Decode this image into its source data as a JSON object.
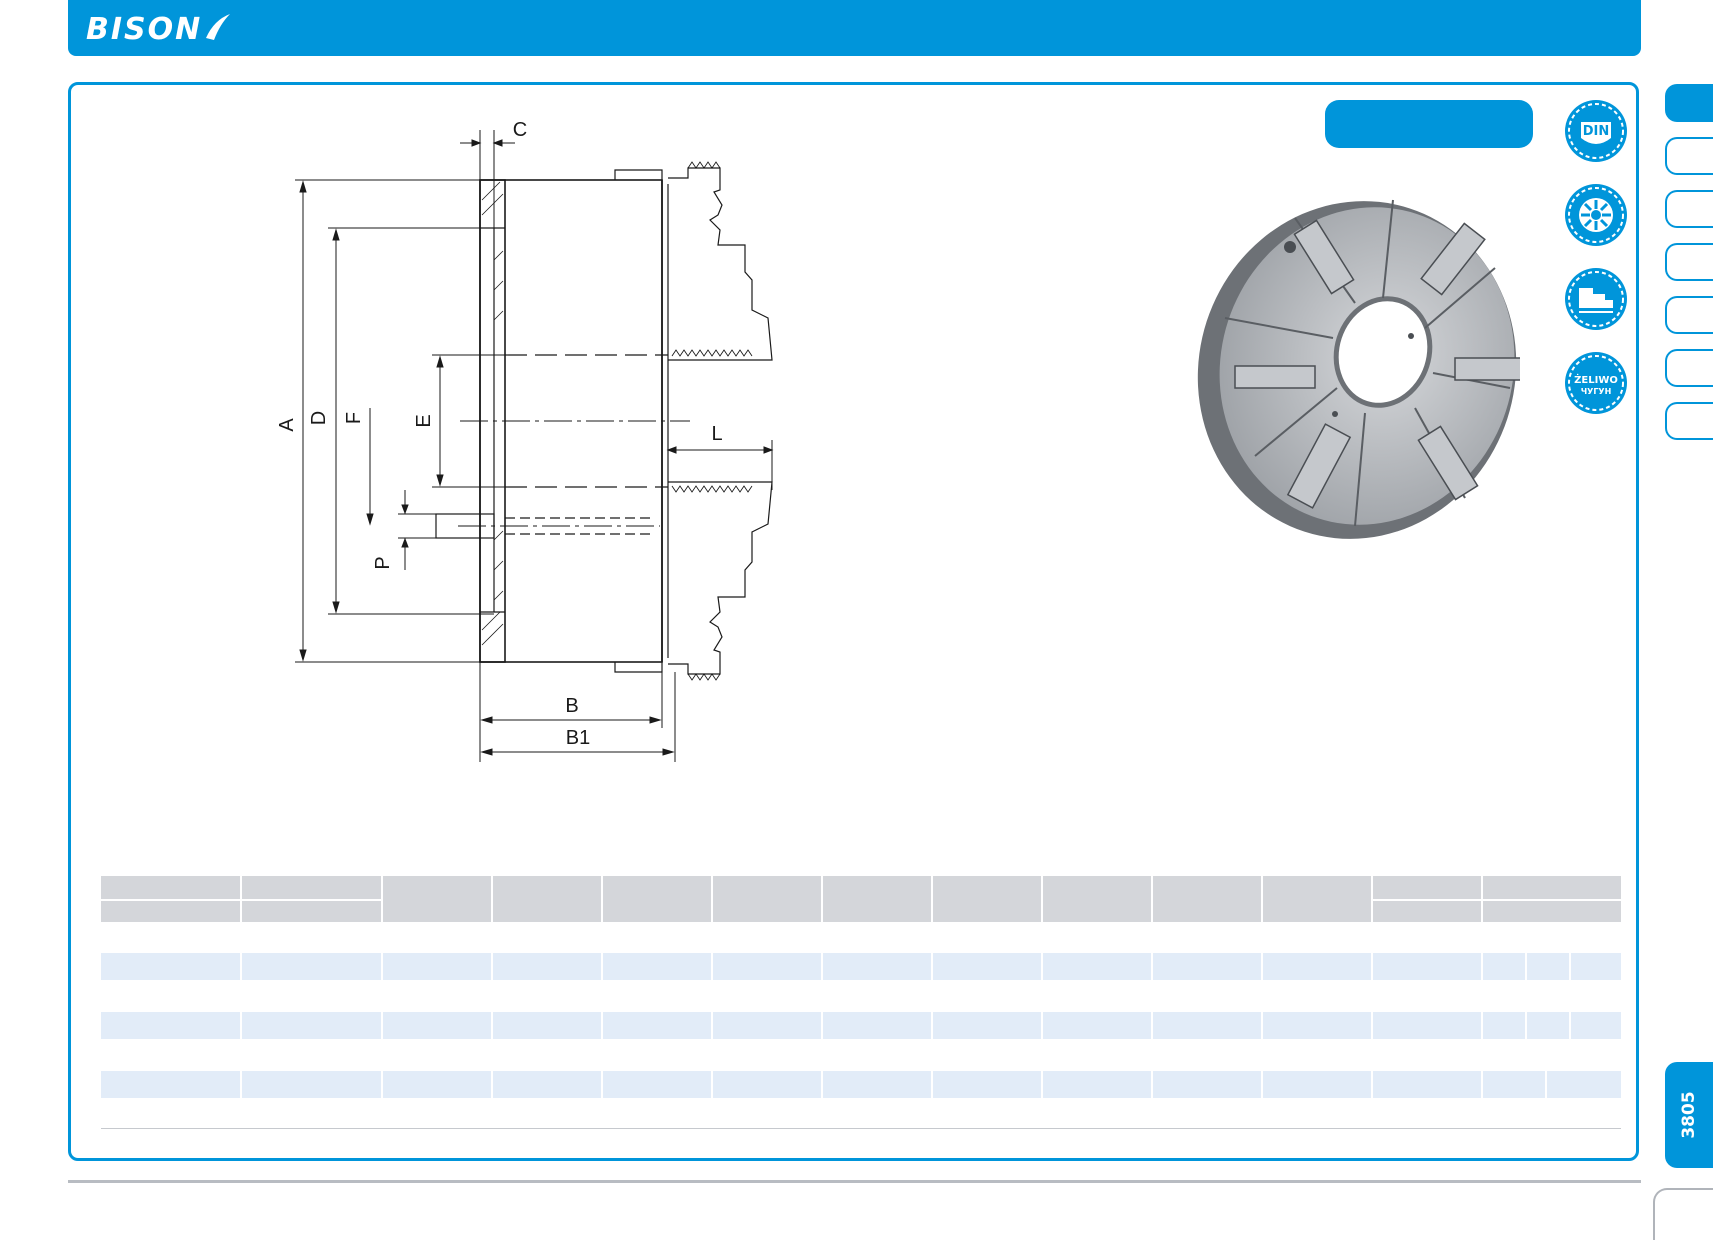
{
  "header": {
    "brand": "BISON",
    "brand_color": "#0095da"
  },
  "drawing": {
    "labels": {
      "A": "A",
      "D": "D",
      "F": "F",
      "E": "E",
      "P": "P",
      "C": "C",
      "L": "L",
      "B": "B",
      "B1": "B1"
    }
  },
  "badges": [
    {
      "icon": "din-badge-icon",
      "text": "DIN"
    },
    {
      "icon": "jaw-wheel-badge-icon",
      "text": ""
    },
    {
      "icon": "stepped-jaw-badge-icon",
      "text": ""
    },
    {
      "icon": "cast-iron-badge-icon",
      "text_top": "ŻELIWO",
      "text_bottom": "ЧУГУН"
    }
  ],
  "side_tabs": {
    "count": 7,
    "active_index": 0
  },
  "page": {
    "number": "3805"
  }
}
